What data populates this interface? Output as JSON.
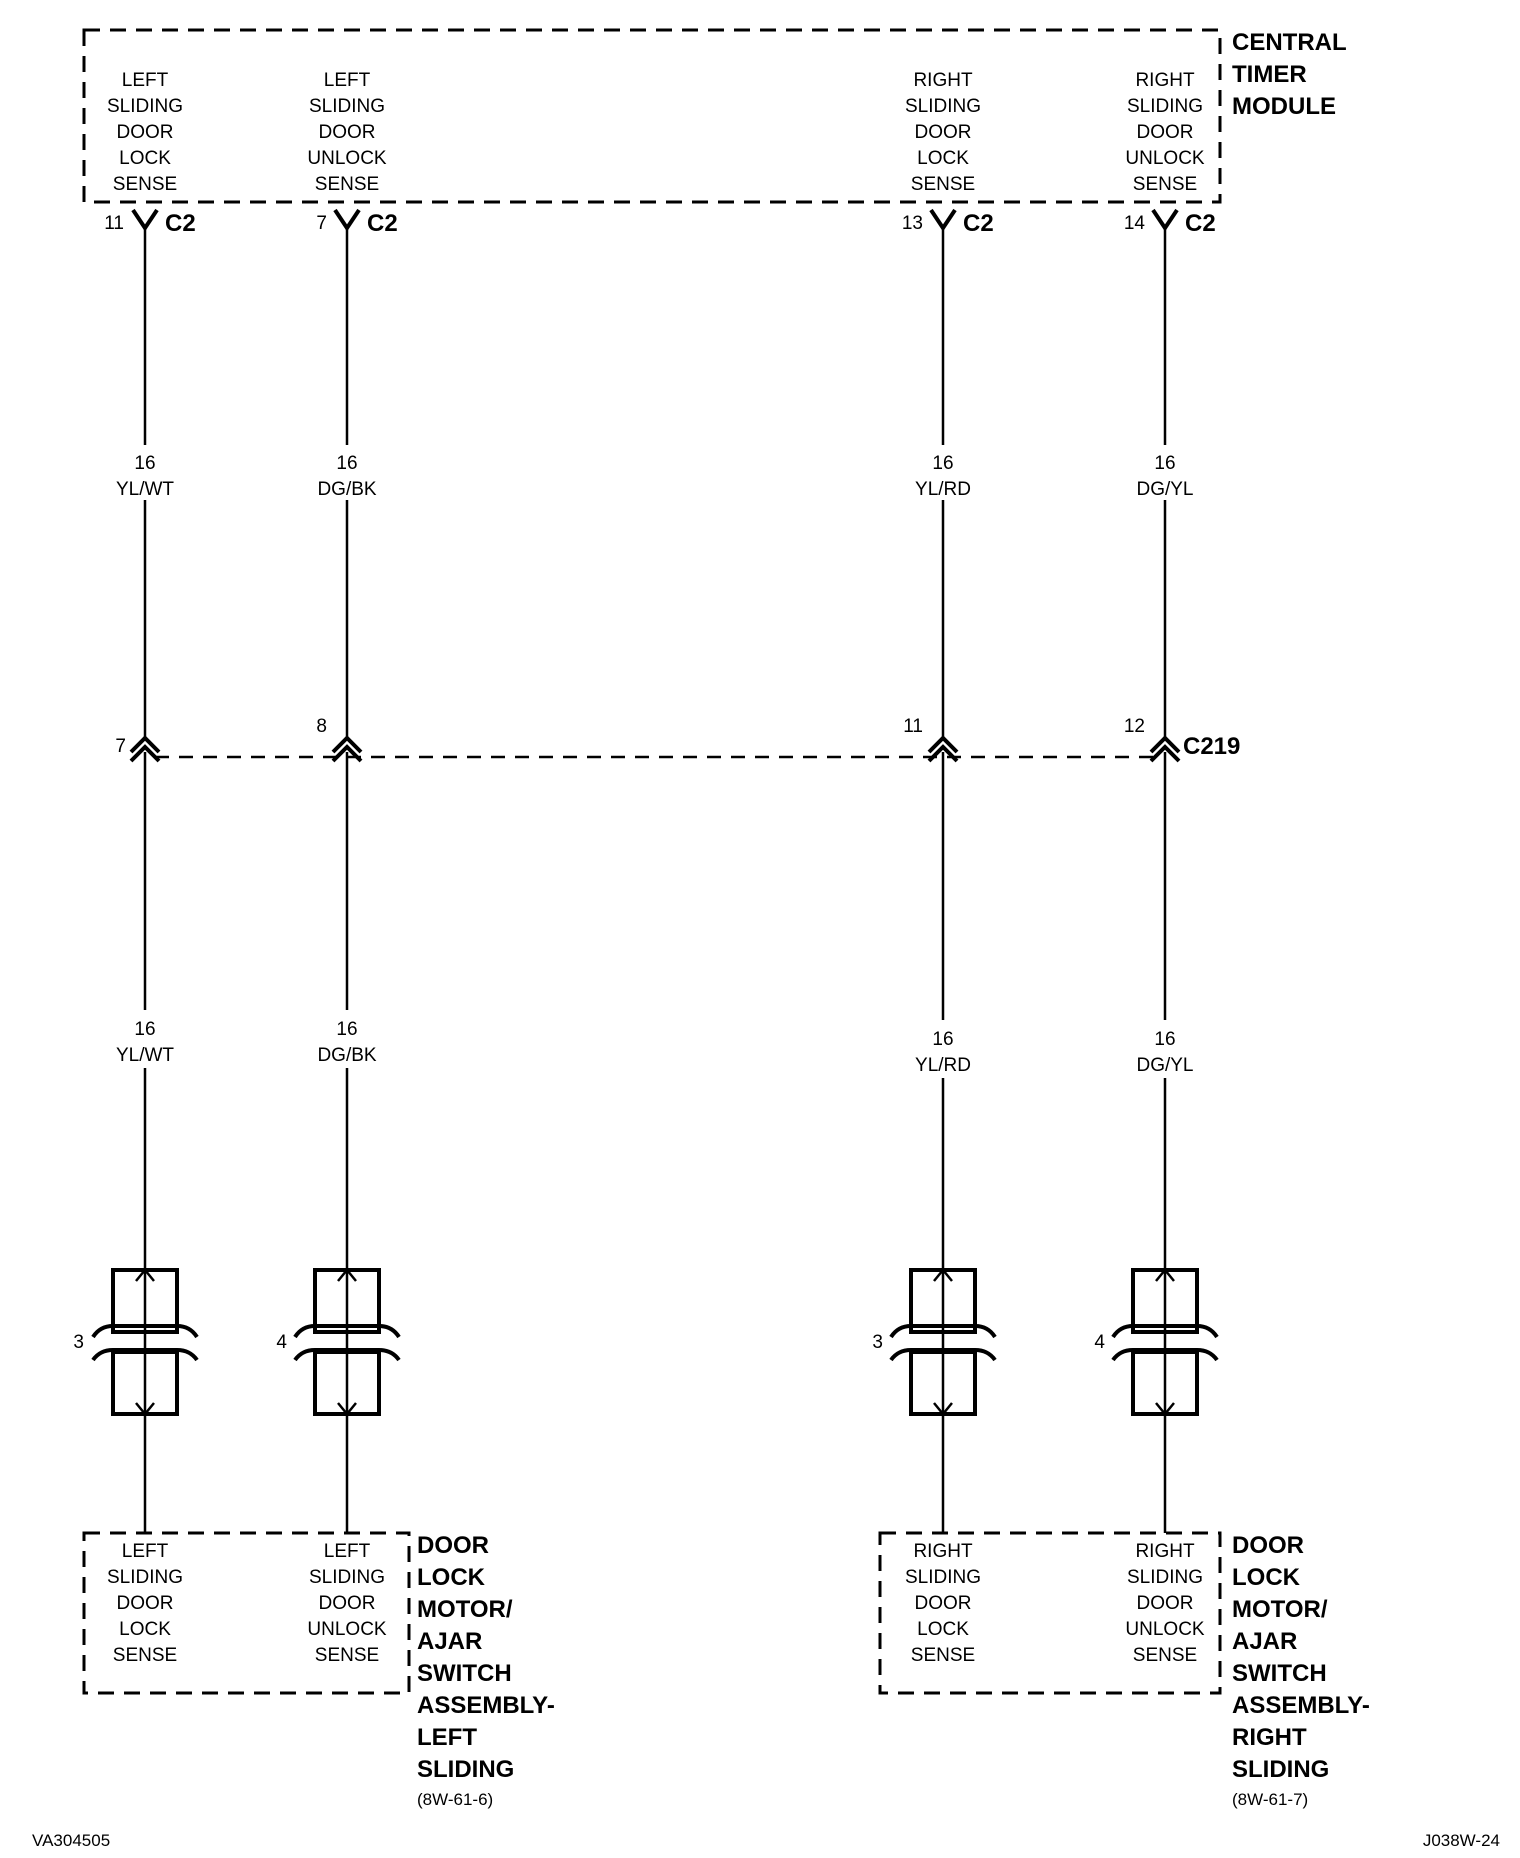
{
  "central_timer_module": {
    "title_lines": [
      "CENTRAL",
      "TIMER",
      "MODULE"
    ],
    "pins": [
      {
        "lines": [
          "LEFT",
          "SLIDING",
          "DOOR",
          "LOCK",
          "SENSE"
        ],
        "pin": "11",
        "connector": "C2"
      },
      {
        "lines": [
          "LEFT",
          "SLIDING",
          "DOOR",
          "UNLOCK",
          "SENSE"
        ],
        "pin": "7",
        "connector": "C2"
      },
      {
        "lines": [
          "RIGHT",
          "SLIDING",
          "DOOR",
          "LOCK",
          "SENSE"
        ],
        "pin": "13",
        "connector": "C2"
      },
      {
        "lines": [
          "RIGHT",
          "SLIDING",
          "DOOR",
          "UNLOCK",
          "SENSE"
        ],
        "pin": "14",
        "connector": "C2"
      }
    ]
  },
  "upper_wires": [
    {
      "gauge": "16",
      "color": "YL/WT"
    },
    {
      "gauge": "16",
      "color": "DG/BK"
    },
    {
      "gauge": "16",
      "color": "YL/RD"
    },
    {
      "gauge": "16",
      "color": "DG/YL"
    }
  ],
  "c219": {
    "label": "C219",
    "pins": [
      "7",
      "8",
      "11",
      "12"
    ]
  },
  "lower_wires": [
    {
      "gauge": "16",
      "color": "YL/WT"
    },
    {
      "gauge": "16",
      "color": "DG/BK"
    },
    {
      "gauge": "16",
      "color": "YL/RD"
    },
    {
      "gauge": "16",
      "color": "DG/YL"
    }
  ],
  "switch_connector_pins": [
    "3",
    "4",
    "3",
    "4"
  ],
  "left_assembly": {
    "title_lines": [
      "DOOR",
      "LOCK",
      "MOTOR/",
      "AJAR",
      "SWITCH",
      "ASSEMBLY-",
      "LEFT",
      "SLIDING"
    ],
    "ref": "(8W-61-6)",
    "pins": [
      [
        "LEFT",
        "SLIDING",
        "DOOR",
        "LOCK",
        "SENSE"
      ],
      [
        "LEFT",
        "SLIDING",
        "DOOR",
        "UNLOCK",
        "SENSE"
      ]
    ]
  },
  "right_assembly": {
    "title_lines": [
      "DOOR",
      "LOCK",
      "MOTOR/",
      "AJAR",
      "SWITCH",
      "ASSEMBLY-",
      "RIGHT",
      "SLIDING"
    ],
    "ref": "(8W-61-7)",
    "pins": [
      [
        "RIGHT",
        "SLIDING",
        "DOOR",
        "LOCK",
        "SENSE"
      ],
      [
        "RIGHT",
        "SLIDING",
        "DOOR",
        "UNLOCK",
        "SENSE"
      ]
    ]
  },
  "footer": {
    "left_code": "VA304505",
    "right_code": "J038W-24"
  }
}
